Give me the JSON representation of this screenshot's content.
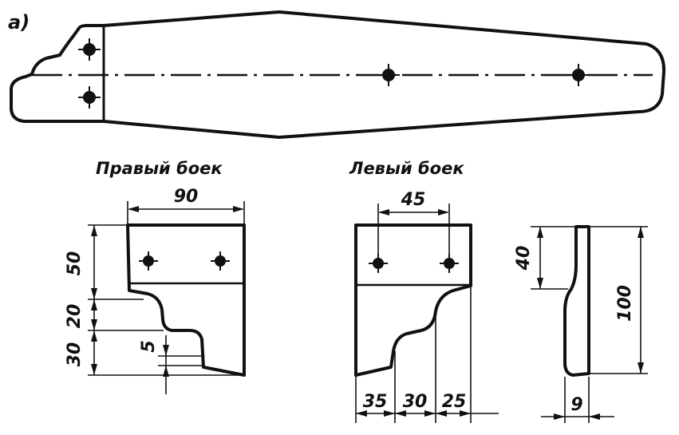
{
  "figure_label": "а)",
  "right_piece": {
    "caption": "Правый боек",
    "width_dim": "90",
    "heights": [
      "50",
      "20",
      "30"
    ],
    "step_dim": "5"
  },
  "left_piece": {
    "caption": "Левый боек",
    "hole_spacing": "45",
    "widths": [
      "35",
      "30",
      "25"
    ]
  },
  "profile": {
    "top_dim": "40",
    "height_dim": "100",
    "thickness_dim": "9"
  }
}
